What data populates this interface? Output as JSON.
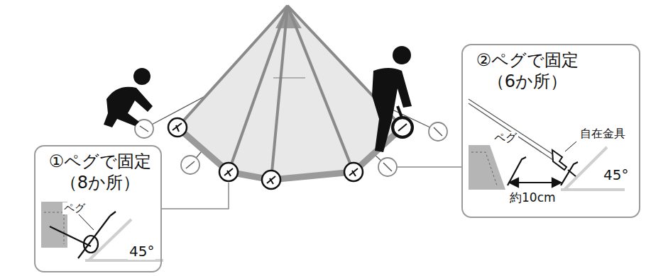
{
  "diagram": {
    "nodes": [
      {
        "text": [
          "①ペグで固定 （8か所）"
        ]
      },
      {
        "text": [
          "②ペグで固定 （6か所）"
        ]
      }
    ],
    "labels": [
      "ペグ",
      "45°",
      "ペグ",
      "自在金具",
      "45°",
      "約10cm"
    ]
  }
}
